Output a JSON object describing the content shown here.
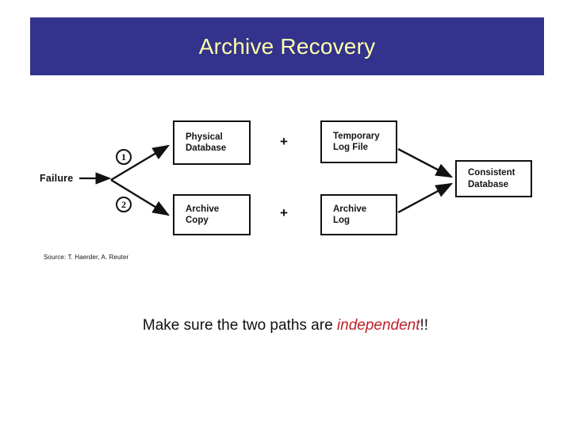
{
  "slide": {
    "title": "Archive Recovery",
    "title_bg_color": "#33328c",
    "title_text_color": "#ffffaa"
  },
  "diagram": {
    "type": "flow",
    "start_label": "Failure",
    "branches": [
      {
        "number": "1",
        "target": "Physical Database"
      },
      {
        "number": "2",
        "target": "Archive Copy"
      }
    ],
    "operators": [
      {
        "id": "plus-top",
        "symbol": "+"
      },
      {
        "id": "plus-bottom",
        "symbol": "+"
      }
    ],
    "nodes": {
      "physical_database": {
        "line1": "Physical",
        "line2": "Database"
      },
      "archive_copy": {
        "line1": "Archive",
        "line2": "Copy"
      },
      "temporary_log_file": {
        "line1": "Temporary",
        "line2": "Log File"
      },
      "archive_log": {
        "line1": "Archive",
        "line2": "Log"
      },
      "consistent_database": {
        "line1": "Consistent",
        "line2": "Database"
      }
    },
    "merge_target": "Consistent Database",
    "edges": [
      {
        "from": "Failure",
        "to": "Physical Database",
        "label": "1"
      },
      {
        "from": "Failure",
        "to": "Archive Copy",
        "label": "2"
      },
      {
        "from": "Temporary Log File",
        "to": "Consistent Database",
        "label": ""
      },
      {
        "from": "Archive Log",
        "to": "Consistent Database",
        "label": ""
      }
    ]
  },
  "source_credit": "Source: T. Haerder, A. Reuter",
  "caption": {
    "lead": "Make sure the two paths are ",
    "emphasis": "independent",
    "tail": "!!",
    "emphasis_color": "#bf1f28"
  }
}
